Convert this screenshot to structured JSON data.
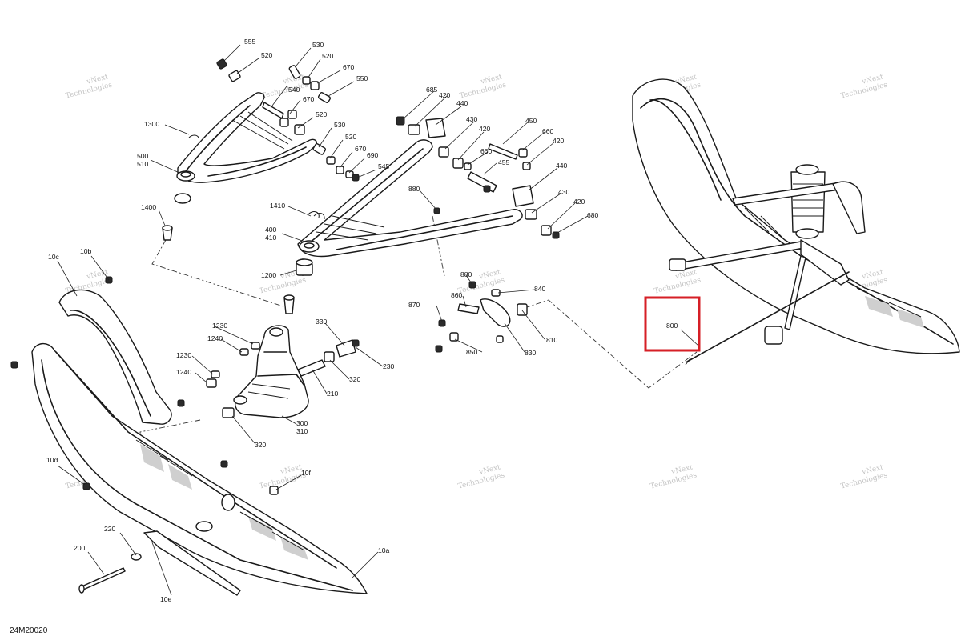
{
  "diagram_code": "24M20020",
  "watermark": {
    "line1": "vNext",
    "line2": "Technologies",
    "combined": "vNext Technologies"
  },
  "callouts": {
    "c555": "555",
    "c520a": "520",
    "c530a": "530",
    "c520b": "520",
    "c670a": "670",
    "c550": "550",
    "c540": "540",
    "c670b": "670",
    "c520c": "520",
    "c530b": "530",
    "c520d": "520",
    "c670c": "670",
    "c690": "690",
    "c545": "545",
    "c1300": "1300",
    "c500": "500",
    "c510": "510",
    "c1400": "1400",
    "c685": "685",
    "c420a": "420",
    "c440a": "440",
    "c430a": "430",
    "c420b": "420",
    "c660a": "660",
    "c450": "450",
    "c660b": "660",
    "c420c": "420",
    "c455": "455",
    "c440b": "440",
    "c430b": "430",
    "c420d": "420",
    "c680": "680",
    "c880a": "880",
    "c1410": "1410",
    "c400": "400",
    "c410": "410",
    "c1200": "1200",
    "c880b": "880",
    "c860": "860",
    "c840": "840",
    "c870": "870",
    "c810": "810",
    "c830": "830",
    "c850": "850",
    "c330": "330",
    "c230": "230",
    "c1230a": "1230",
    "c1240a": "1240",
    "c1230b": "1230",
    "c1240b": "1240",
    "c320a": "320",
    "c210": "210",
    "c300": "300",
    "c310": "310",
    "c320b": "320",
    "c10c": "10c",
    "c10b": "10b",
    "c10d": "10d",
    "c10f": "10f",
    "c220": "220",
    "c200": "200",
    "c10e": "10e",
    "c10a": "10a",
    "c800": "800"
  },
  "highlight": {
    "target": "800",
    "color": "#d61f26"
  }
}
